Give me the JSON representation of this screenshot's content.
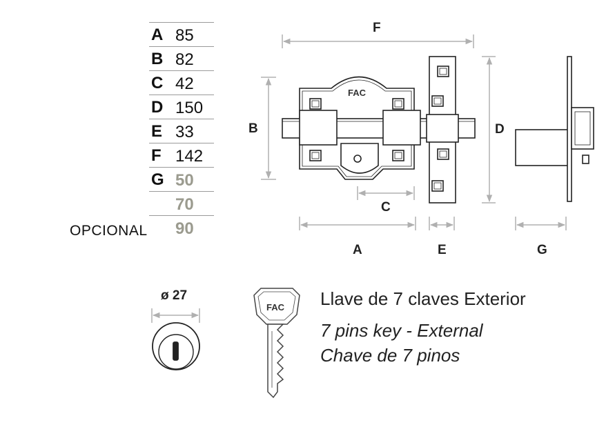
{
  "dimensions": [
    {
      "letter": "A",
      "value": "85"
    },
    {
      "letter": "B",
      "value": "82"
    },
    {
      "letter": "C",
      "value": "42"
    },
    {
      "letter": "D",
      "value": "150"
    },
    {
      "letter": "E",
      "value": "33"
    },
    {
      "letter": "F",
      "value": "142"
    },
    {
      "letter": "G",
      "value": "50"
    },
    {
      "letter": "",
      "value": "70"
    }
  ],
  "optional": {
    "label": "OPCIONAL",
    "value": "90"
  },
  "drawing_labels": {
    "A": "A",
    "B": "B",
    "C": "C",
    "D": "D",
    "E": "E",
    "F": "F",
    "G": "G"
  },
  "logo": "FAC",
  "cylinder": {
    "diameter_label": "ø 27"
  },
  "key": {
    "line_es": "Llave de 7 claves Exterior",
    "line_en": "7 pins key - External",
    "line_pt": "Chave de 7 pinos"
  },
  "colors": {
    "optional_value": "#9b9b8f",
    "line": "#222222"
  }
}
